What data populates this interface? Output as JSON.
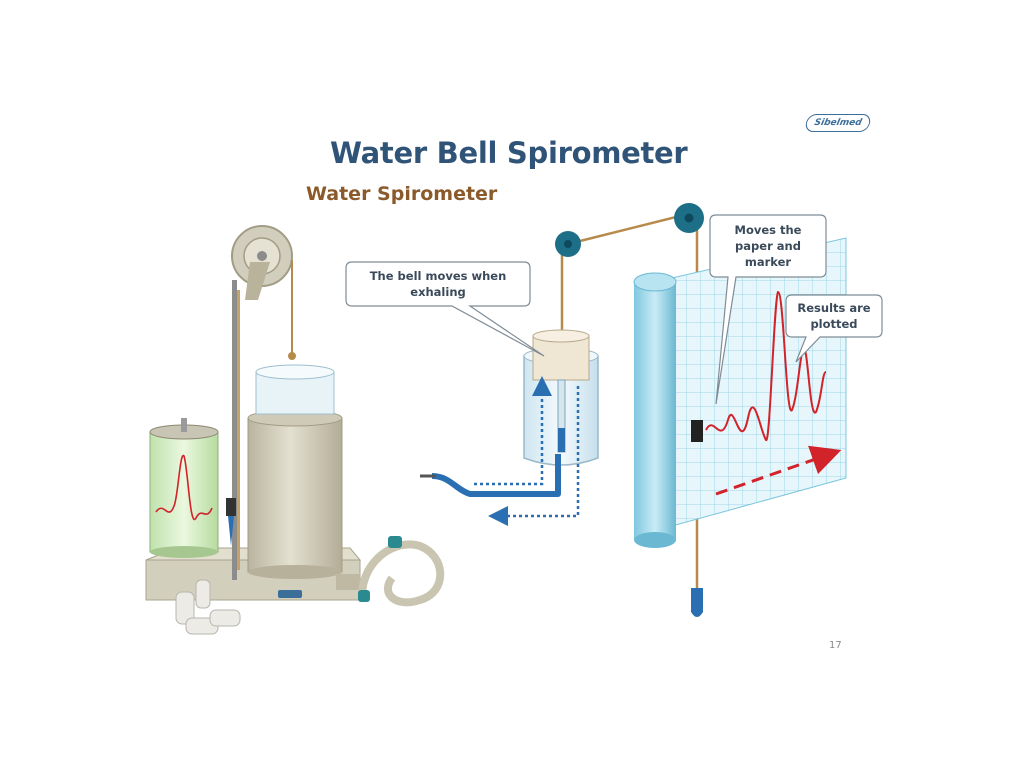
{
  "slide": {
    "title": "Water Bell Spirometer",
    "subtitle": "Water Spirometer",
    "brand": "Sibelmed",
    "page_number": "17"
  },
  "callouts": {
    "bell_moves": [
      "The bell moves when",
      "exhaling"
    ],
    "moves_paper": [
      "Moves the",
      "paper and",
      "marker"
    ],
    "results": [
      "Results are",
      "plotted"
    ]
  },
  "colors": {
    "title": "#2f5478",
    "subtitle": "#8b5a2b",
    "pulley": "#1d6f88",
    "trace": "#d2232a",
    "airflow": "#2b6fb3",
    "grid": "#9fd7ea",
    "device_body": "#d8d4c4"
  },
  "icons": {
    "pulley": "pulley-wheel-icon",
    "arrow": "dotted-flow-arrow-icon"
  }
}
